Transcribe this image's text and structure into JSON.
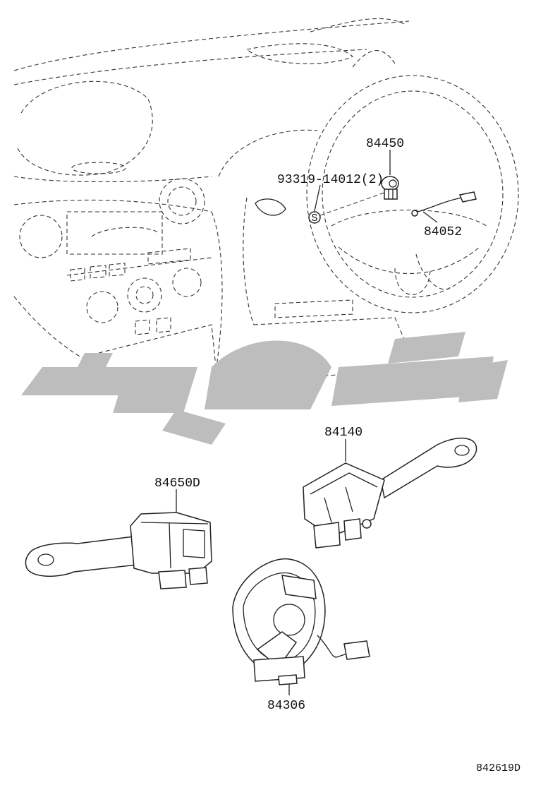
{
  "diagram": {
    "part_labels": {
      "steering_wheel_assy": "84450",
      "bolt": "93319-14012(2)",
      "horn_wire": "84052",
      "turn_signal_switch": "84140",
      "wiper_switch": "84650D",
      "spiral_cable": "84306"
    },
    "bolt_symbol": "S",
    "figure_code": "842619D"
  }
}
